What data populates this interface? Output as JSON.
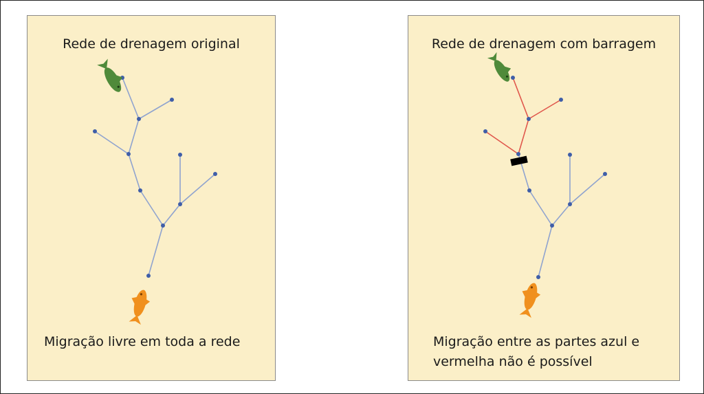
{
  "left_panel": {
    "title": "Rede de drenagem original",
    "caption": "Migração livre em toda a rede"
  },
  "right_panel": {
    "title": "Rede de drenagem com barragem",
    "caption_line1": "Migração entre as partes azul e",
    "caption_line2": "vermelha não é possível"
  },
  "colors": {
    "panel_bg": "#fbefc8",
    "river_blue": "#8fa3cf",
    "node_blue": "#3f5ea8",
    "river_red": "#e0574c",
    "fish_green": "#4f8a3a",
    "fish_orange": "#f0901e",
    "dam": "#000000"
  },
  "icons": [
    "green-fish-icon",
    "orange-fish-icon",
    "dam-icon"
  ]
}
